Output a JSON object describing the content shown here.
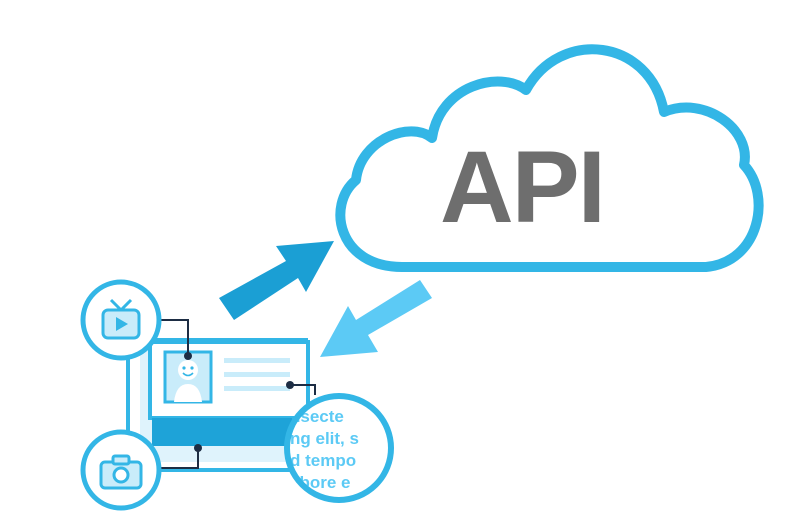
{
  "cloud": {
    "label": "API",
    "outline_color": "#33b6e6",
    "label_color": "#6e6e6e"
  },
  "arrows": {
    "outgoing_color": "#1b9fd4",
    "incoming_color": "#5ccaf5"
  },
  "client": {
    "accent_color": "#33b6e6",
    "fill_color": "#c9ecfa",
    "icons": [
      "tv-icon",
      "camera-icon",
      "avatar-icon"
    ],
    "magnifier_text": [
      "nsecte",
      "ng elit, s",
      "d tempo",
      "abore e"
    ]
  }
}
